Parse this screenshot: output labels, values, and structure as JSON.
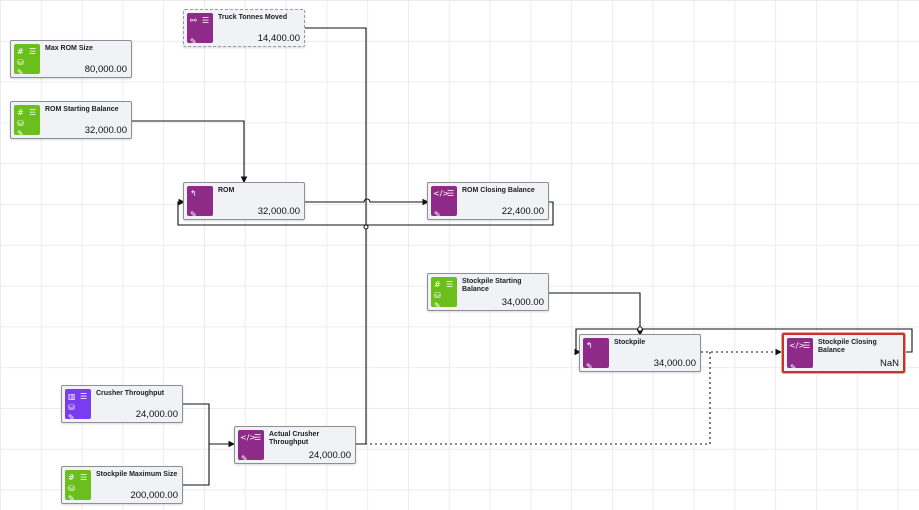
{
  "nodes": {
    "truck_tonnes_moved": {
      "title": "Truck Tonnes Moved",
      "value": "14,400.00"
    },
    "max_rom_size": {
      "title": "Max ROM Size",
      "value": "80,000.00"
    },
    "rom_starting_balance": {
      "title": "ROM Starting Balance",
      "value": "32,000.00"
    },
    "rom": {
      "title": "ROM",
      "value": "32,000.00"
    },
    "rom_closing_balance": {
      "title": "ROM Closing Balance",
      "value": "22,400.00"
    },
    "stockpile_starting_balance": {
      "title": "Stockpile Starting Balance",
      "value": "34,000.00"
    },
    "stockpile": {
      "title": "Stockpile",
      "value": "34,000.00"
    },
    "stockpile_closing_balance": {
      "title": "Stockpile Closing Balance",
      "value": "NaN"
    },
    "crusher_throughput": {
      "title": "Crusher Throughput",
      "value": "24,000.00"
    },
    "actual_crusher_throughput": {
      "title": "Actual Crusher Throughput",
      "value": "24,000.00"
    },
    "stockpile_maximum_size": {
      "title": "Stockpile Maximum Size",
      "value": "200,000.00"
    }
  },
  "colors": {
    "input_node": "#6bbf1d",
    "calc_node": "#8e2a88",
    "chart_node": "#7a3cf0",
    "selected_border": "#c4352b"
  },
  "icons": [
    "hash-icon",
    "menu-icon",
    "link-icon",
    "edit-icon",
    "stock-icon",
    "code-icon",
    "chart-icon",
    "flow-icon"
  ]
}
